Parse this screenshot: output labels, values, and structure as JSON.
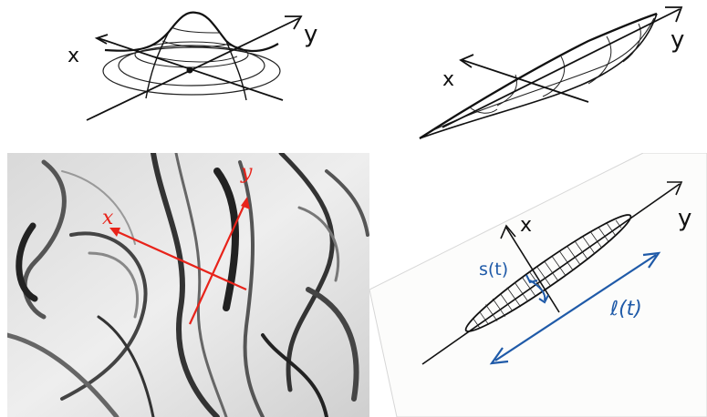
{
  "figure": {
    "top_left": {
      "x_label": "x",
      "y_label": "y"
    },
    "top_right": {
      "x_label": "x",
      "y_label": "y"
    },
    "bottom_left": {
      "x_label": "x",
      "y_label": "y",
      "colors": {
        "axis": "#e8231a"
      }
    },
    "bottom_right": {
      "x_label": "x",
      "y_label": "y",
      "width_label": "s(t)",
      "length_label": "ℓ(t)",
      "colors": {
        "annotation": "#1f5aa8"
      }
    }
  }
}
